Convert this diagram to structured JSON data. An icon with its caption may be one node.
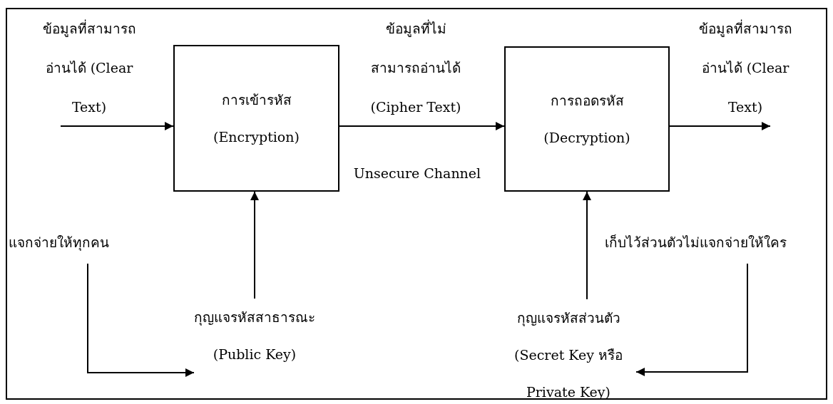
{
  "diagram": {
    "nodes": [
      {
        "text": [
          "การเข้ารหัส",
          "(Encryption)"
        ]
      },
      {
        "text": [
          "การถอดรหัส",
          "(Decryption)"
        ]
      },
      {
        "text": [
          "กุญแจรหัสสาธารณะ",
          "(Public Key)"
        ]
      },
      {
        "text": [
          "กุญแจรหัสส่วนตัว",
          "(Secret Key หรือ Private Key)"
        ]
      },
      {
        "text": [
          "แจกจ่ายให้ทุกคน"
        ]
      },
      {
        "text": [
          "เก็บไว้ส่วนตัวไม่แจกจ่ายให้ใคร"
        ]
      }
    ],
    "edges": [
      {
        "from": null,
        "to": 0,
        "arrow": "to",
        "label": "ข้อมูลที่สามารถอ่านได้ (Clear Text)"
      },
      {
        "from": 0,
        "to": 1,
        "arrow": "to",
        "label": "ข้อมูลที่ไม่สามารถอ่านได้ (Cipher Text)"
      },
      {
        "from": 1,
        "to": null,
        "arrow": "to",
        "label": "ข้อมูลที่สามารถอ่านได้ (Clear Text)"
      },
      {
        "from": 2,
        "to": 0,
        "arrow": "to"
      },
      {
        "from": 3,
        "to": 1,
        "arrow": "to"
      },
      {
        "from": 4,
        "to": 2,
        "arrow": "to"
      },
      {
        "from": 5,
        "to": 3,
        "arrow": "to"
      }
    ],
    "labels": [
      "Unsecure Channel"
    ]
  }
}
